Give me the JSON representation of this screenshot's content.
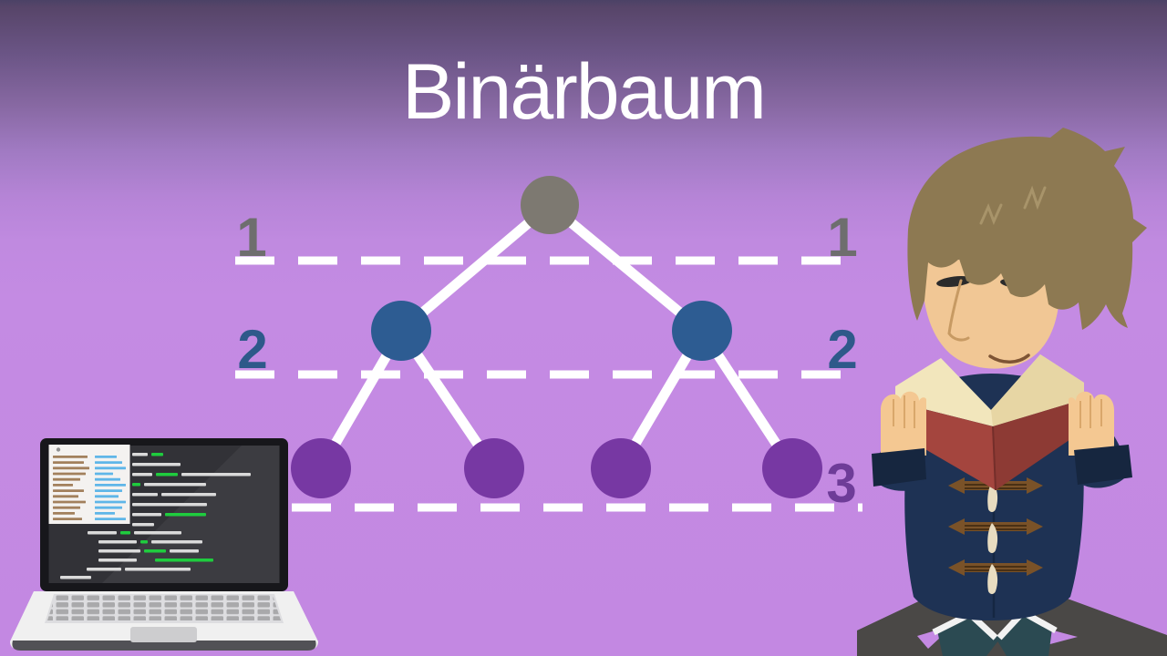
{
  "title": "Binärbaum",
  "theme": {
    "background_top": "#574569",
    "background_main": "#c48be3",
    "title_color": "#ffffff",
    "edge_color": "#ffffff",
    "guide_line_color": "#ffffff"
  },
  "tree": {
    "levels": [
      {
        "number": "1",
        "label_color": "#6e6e6e",
        "node_color": "#7d7971",
        "node_count": 1
      },
      {
        "number": "2",
        "label_color": "#2e598a",
        "node_color": "#2d5c92",
        "node_count": 2
      },
      {
        "number": "3",
        "label_color": "#6e3c98",
        "node_color": "#7738a3",
        "node_count": 4
      }
    ],
    "structure": {
      "root": {
        "level": 1,
        "children": [
          {
            "level": 2,
            "children": [
              {
                "level": 3
              },
              {
                "level": 3
              }
            ]
          },
          {
            "level": 2,
            "children": [
              {
                "level": 3
              },
              {
                "level": 3
              }
            ]
          }
        ]
      }
    }
  },
  "illustrations": {
    "laptop": {
      "screen_color": "#323237",
      "panel_color": "#f4f2f0",
      "code_tan": "#a2805c",
      "code_blue": "#5fb6e8",
      "code_gray": "#dadada",
      "code_green": "#1fcc3e",
      "body_color": "#f0f0f0"
    },
    "character": {
      "hair_color": "#8d7952",
      "skin_color": "#f1c795",
      "book_left_color": "#a4453e",
      "book_right_color": "#8d3a34",
      "pages_color": "#f2e6bc",
      "coat_color": "#1e3254",
      "pants_color": "#4a4846",
      "shoe_color": "#2b4a52"
    }
  }
}
